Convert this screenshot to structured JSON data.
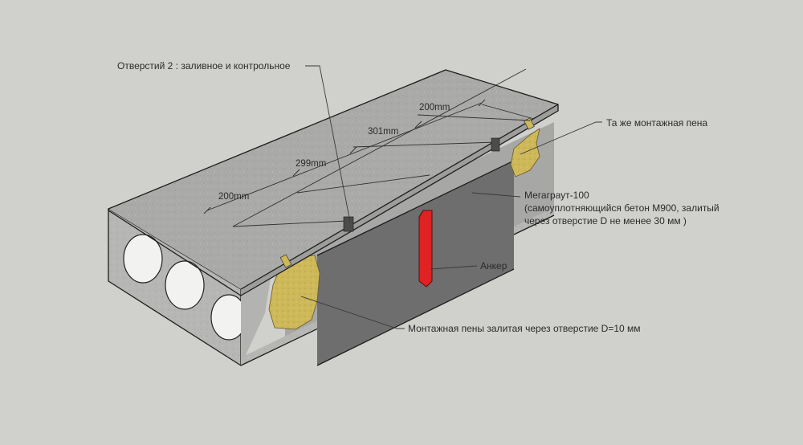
{
  "labels": {
    "holes": "Отверстий 2 : заливное и контрольное",
    "same_foam": "Та же монтажная пена",
    "megagrout_title": "Мегаграут-100",
    "megagrout_line2": "(самоуплотняющийся бетон М900, залитый",
    "megagrout_line3": "через отверстие D не менее 30 мм )",
    "anchor": "Анкер",
    "foam_bottom": "Монтажная пены залитая через отверстие D=10 мм"
  },
  "dimensions": [
    "200mm",
    "299mm",
    "301mm",
    "200mm"
  ],
  "colors": {
    "background": "#d0d0cc",
    "concrete_top": "#a9a9a7",
    "concrete_side": "#b9b9b7",
    "grout": "#6e6e6e",
    "foam": "#cdb85a",
    "anchor": "#e02222"
  }
}
